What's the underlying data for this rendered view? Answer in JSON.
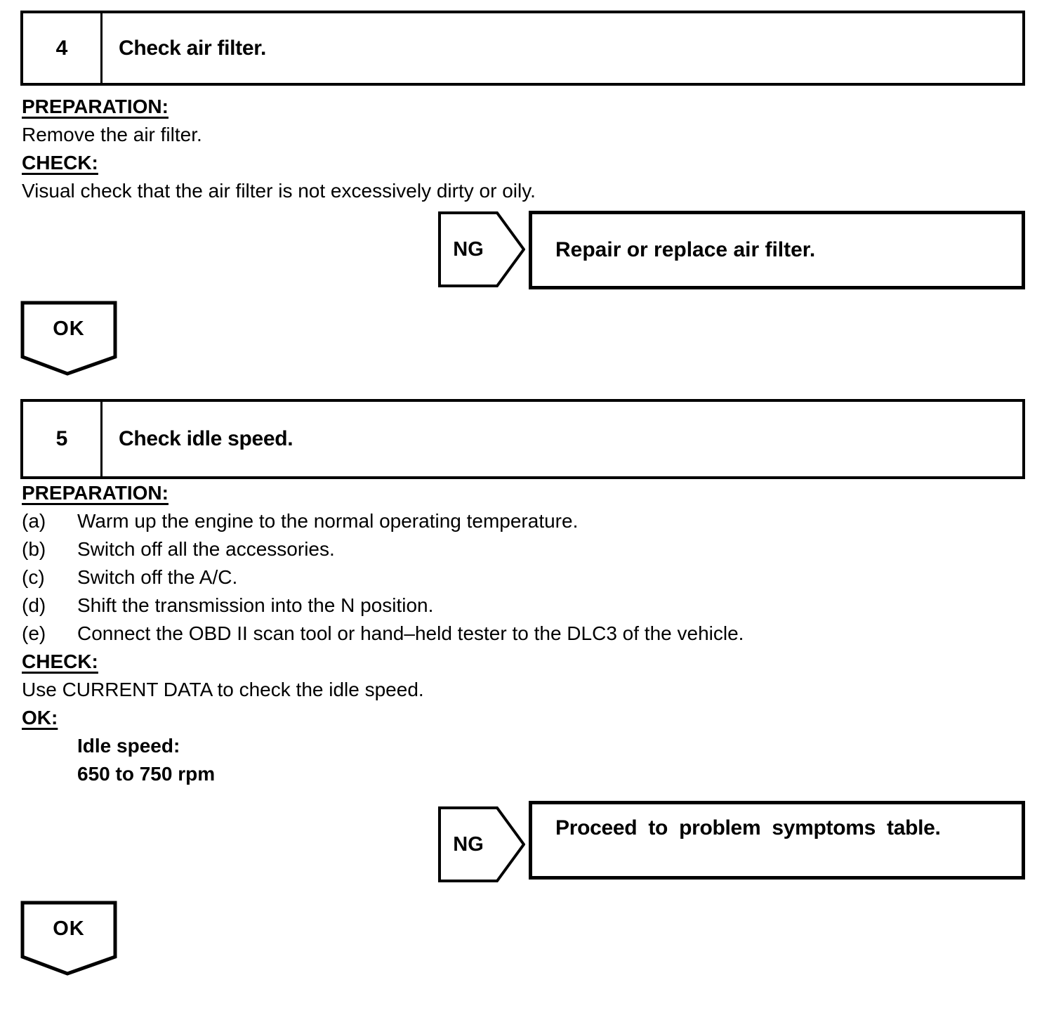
{
  "page": {
    "background": "#ffffff",
    "ink": "#000000"
  },
  "step4": {
    "number": "4",
    "title": "Check air filter.",
    "preparation_heading": "PREPARATION:",
    "preparation_text": "Remove the air filter.",
    "check_heading": "CHECK:",
    "check_text": "Visual check that the air filter is not excessively dirty or oily.",
    "ng_label": "NG",
    "ng_action": "Repair or replace air filter.",
    "ok_label": "OK"
  },
  "step5": {
    "number": "5",
    "title": "Check idle speed.",
    "preparation_heading": "PREPARATION:",
    "preparation_items": [
      {
        "label": "(a)",
        "text": "Warm up the engine to the normal operating temperature."
      },
      {
        "label": "(b)",
        "text": "Switch off all the accessories."
      },
      {
        "label": "(c)",
        "text": "Switch off the A/C."
      },
      {
        "label": "(d)",
        "text": "Shift the transmission into the N position."
      },
      {
        "label": "(e)",
        "text": "Connect the OBD II scan tool or hand–held tester to the DLC3 of the vehicle."
      }
    ],
    "check_heading": "CHECK:",
    "check_text": "Use CURRENT DATA to check the idle speed.",
    "ok_heading": "OK:",
    "spec_title": "Idle speed:",
    "spec_value": "650 to 750 rpm",
    "ng_label": "NG",
    "ng_action": "Proceed to problem symptoms table.",
    "ok_label": "OK"
  }
}
